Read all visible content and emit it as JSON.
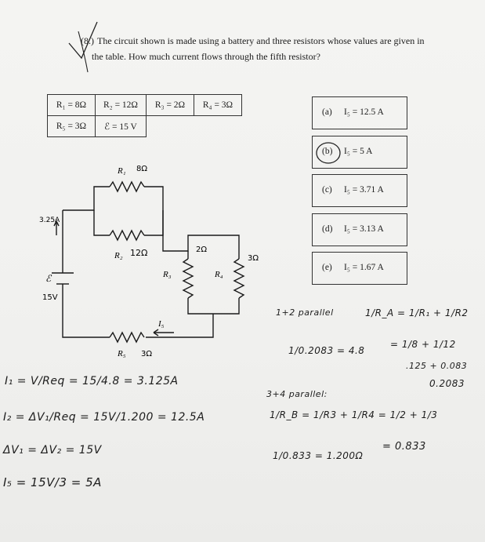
{
  "question": {
    "number": "(8.)",
    "line1": "The circuit shown is made using a battery and three resistors whose values are given in",
    "line2": "the table. How much current flows through the fifth resistor?"
  },
  "table": {
    "row1": [
      "R₁ = 8Ω",
      "R₂ = 12Ω",
      "R₃ = 2Ω",
      "R₄ = 3Ω"
    ],
    "row2": [
      "R₅ = 3Ω",
      "ℰ = 15 V"
    ]
  },
  "choices": [
    {
      "label": "(a)",
      "text": "I₅ = 12.5 A"
    },
    {
      "label": "(b)",
      "text": "I₅ = 5 A"
    },
    {
      "label": "(c)",
      "text": "I₅ = 3.71 A"
    },
    {
      "label": "(d)",
      "text": "I₅ = 3.13 A"
    },
    {
      "label": "(e)",
      "text": "I₅ = 1.67 A"
    }
  ],
  "circuit": {
    "r1_label": "R₁",
    "r1_note": "8Ω",
    "r2_label": "R₂",
    "r2_note": "12Ω",
    "r3_label": "R₃",
    "r3_note": "2Ω",
    "r4_label": "R₄",
    "r4_note": "3Ω",
    "r5_label": "R₅",
    "r5_note": "3Ω",
    "i5_label": "I₅",
    "emf_label": "ℰ",
    "emf_note": "15V",
    "current_note": "3.25A"
  },
  "work": {
    "p12_title": "1+2 parallel",
    "p12_eq1": "1/R_A = 1/R₁ + 1/R2",
    "p12_eq2": "= 1/8 + 1/12",
    "p12_sum": ".125 + 0.083",
    "p12_total": "0.2083",
    "p12_result": "1/0.2083 = 4.8",
    "p34_title": "3+4 parallel:",
    "p34_eq": "1/R_B = 1/R3 + 1/R4 = 1/2 + 1/3",
    "p34_sum": "= 0.833",
    "p34_result": "1/0.833 = 1.200Ω",
    "i1_line": "I₁ = V/Req = 15/4.8 = 3.125A",
    "i2_line": "I₂ = ΔV₁/Req = 15V/1.200 = 12.5A",
    "dv_line": "ΔV₁ = ΔV₂ = 15V",
    "i5_line": "I₅ = 15V/3 = 5A"
  }
}
